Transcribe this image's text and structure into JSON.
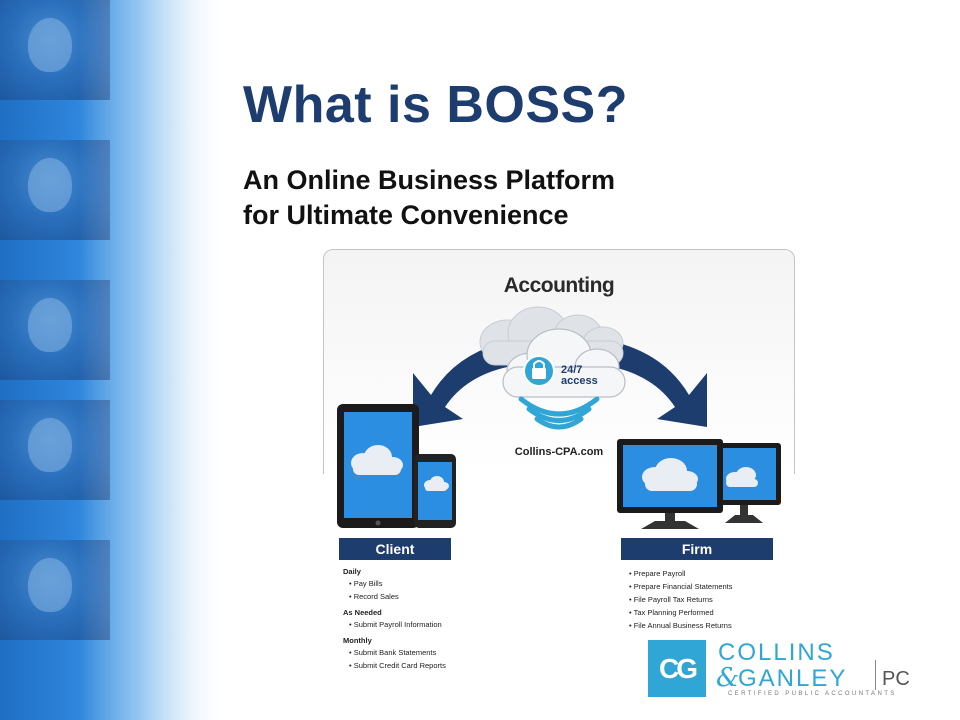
{
  "slide": {
    "title": "What is BOSS?",
    "subtitle_line1": "An Online Business Platform",
    "subtitle_line2": "for Ultimate Convenience"
  },
  "diagram": {
    "heading": "Accounting",
    "cloud_badge_line1": "24/7",
    "cloud_badge_line2": "access",
    "url": "Collins-CPA.com",
    "client": {
      "label": "Client",
      "groups": [
        {
          "label": "Daily",
          "items": [
            "Pay Bills",
            "Record Sales"
          ]
        },
        {
          "label": "As Needed",
          "items": [
            "Submit Payroll Information"
          ]
        },
        {
          "label": "Monthly",
          "items": [
            "Submit Bank Statements",
            "Submit Credit Card Reports"
          ]
        }
      ]
    },
    "firm": {
      "label": "Firm",
      "items": [
        "Prepare Payroll",
        "Prepare Financial Statements",
        "File Payroll Tax Returns",
        "Tax Planning Performed",
        "File Annual Business Returns"
      ]
    }
  },
  "logo": {
    "badge": "CG",
    "line1": "COLLINS",
    "amp": "&",
    "line2": "GANLEY",
    "suffix": "PC",
    "tagline": "CERTIFIED PUBLIC ACCOUNTANTS"
  },
  "icons": [
    "cloud-icon",
    "lock-icon",
    "wifi-signal-icon",
    "tablet-icon",
    "phone-icon",
    "monitor-icon",
    "arrow-icon"
  ],
  "colors": {
    "navy": "#1d3d6e",
    "accent_blue": "#2fa6d6",
    "screen_blue": "#2b8ee0"
  }
}
